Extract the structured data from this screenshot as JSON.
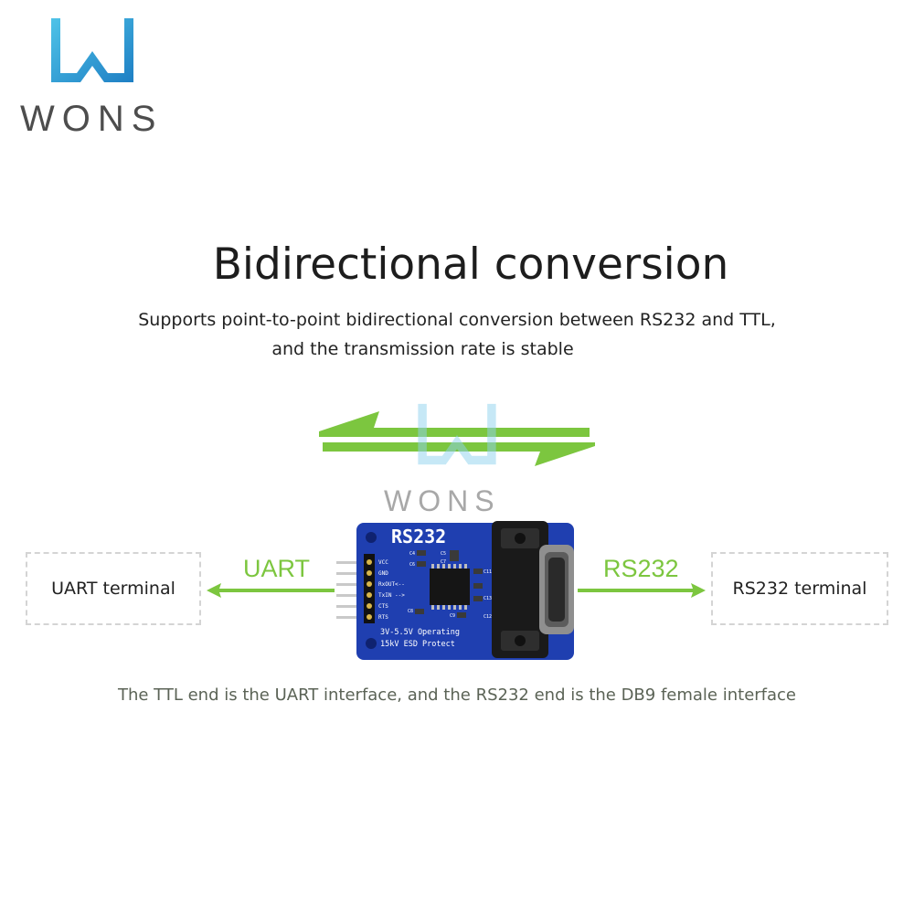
{
  "brand": {
    "name": "WONS",
    "watermark_text": "WONS",
    "colors": {
      "logo_blue": "#3aa8dc",
      "logo_cyan": "#6fd3e8",
      "logo_text": "#4d4d4d"
    }
  },
  "headline": {
    "title": "Bidirectional conversion",
    "subtitle_line1": "Supports point-to-point bidirectional conversion between RS232 and TTL,",
    "subtitle_line2": "and the transmission rate is stable"
  },
  "diagram": {
    "left_terminal": "UART terminal",
    "right_terminal": "RS232 terminal",
    "left_label": "UART",
    "right_label": "RS232",
    "arrow_color": "#7cc63f",
    "board": {
      "title": "RS232",
      "pins": [
        "VCC",
        "GND",
        "RxOUT<--",
        "TxIN -->",
        "CTS",
        "RTS"
      ],
      "components": [
        "C4",
        "C5",
        "C6",
        "C7",
        "C8",
        "C9",
        "C11",
        "C12",
        "C13"
      ],
      "line1": "3V-5.5V Operating",
      "line2": "15kV ESD Protect",
      "color": "#1f3fb0"
    }
  },
  "caption": "The TTL end is the UART interface, and the RS232 end is the DB9 female interface"
}
